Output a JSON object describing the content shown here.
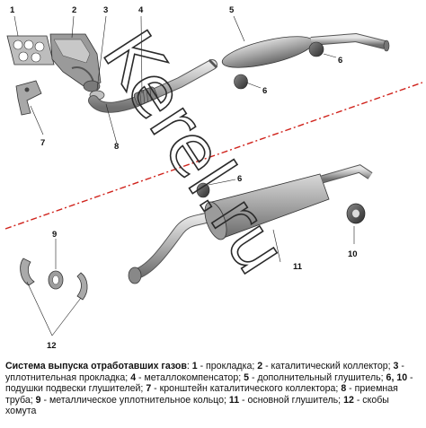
{
  "watermark": "Kerel.ru",
  "callouts": {
    "c1": "1",
    "c2": "2",
    "c3": "3",
    "c4": "4",
    "c5": "5",
    "c6a": "6",
    "c6b": "6",
    "c6c": "6",
    "c7": "7",
    "c8": "8",
    "c9": "9",
    "c10": "10",
    "c11": "11",
    "c12": "12"
  },
  "caption": {
    "title": "Система выпуска отработавших газов",
    "colon": ": ",
    "items": [
      {
        "num": "1",
        "text": " - прокладка; "
      },
      {
        "num": "2",
        "text": " - каталитический коллектор; "
      },
      {
        "num": "3",
        "text": " - уплотнительная прокладка; "
      },
      {
        "num": "4",
        "text": " - металлокомпенсатор; "
      },
      {
        "num": "5",
        "text": " - дополнительный глушитель; "
      },
      {
        "num": "6, 10",
        "text": " - подушки подвески глушителей; "
      },
      {
        "num": "7",
        "text": " - кронштейн каталитического коллектора; "
      },
      {
        "num": "8",
        "text": " - приемная труба; "
      },
      {
        "num": "9",
        "text": " - металлическое уплотнительное кольцо; "
      },
      {
        "num": "11",
        "text": " - основной глушитель; "
      },
      {
        "num": "12",
        "text": " - скобы хомута"
      }
    ]
  }
}
